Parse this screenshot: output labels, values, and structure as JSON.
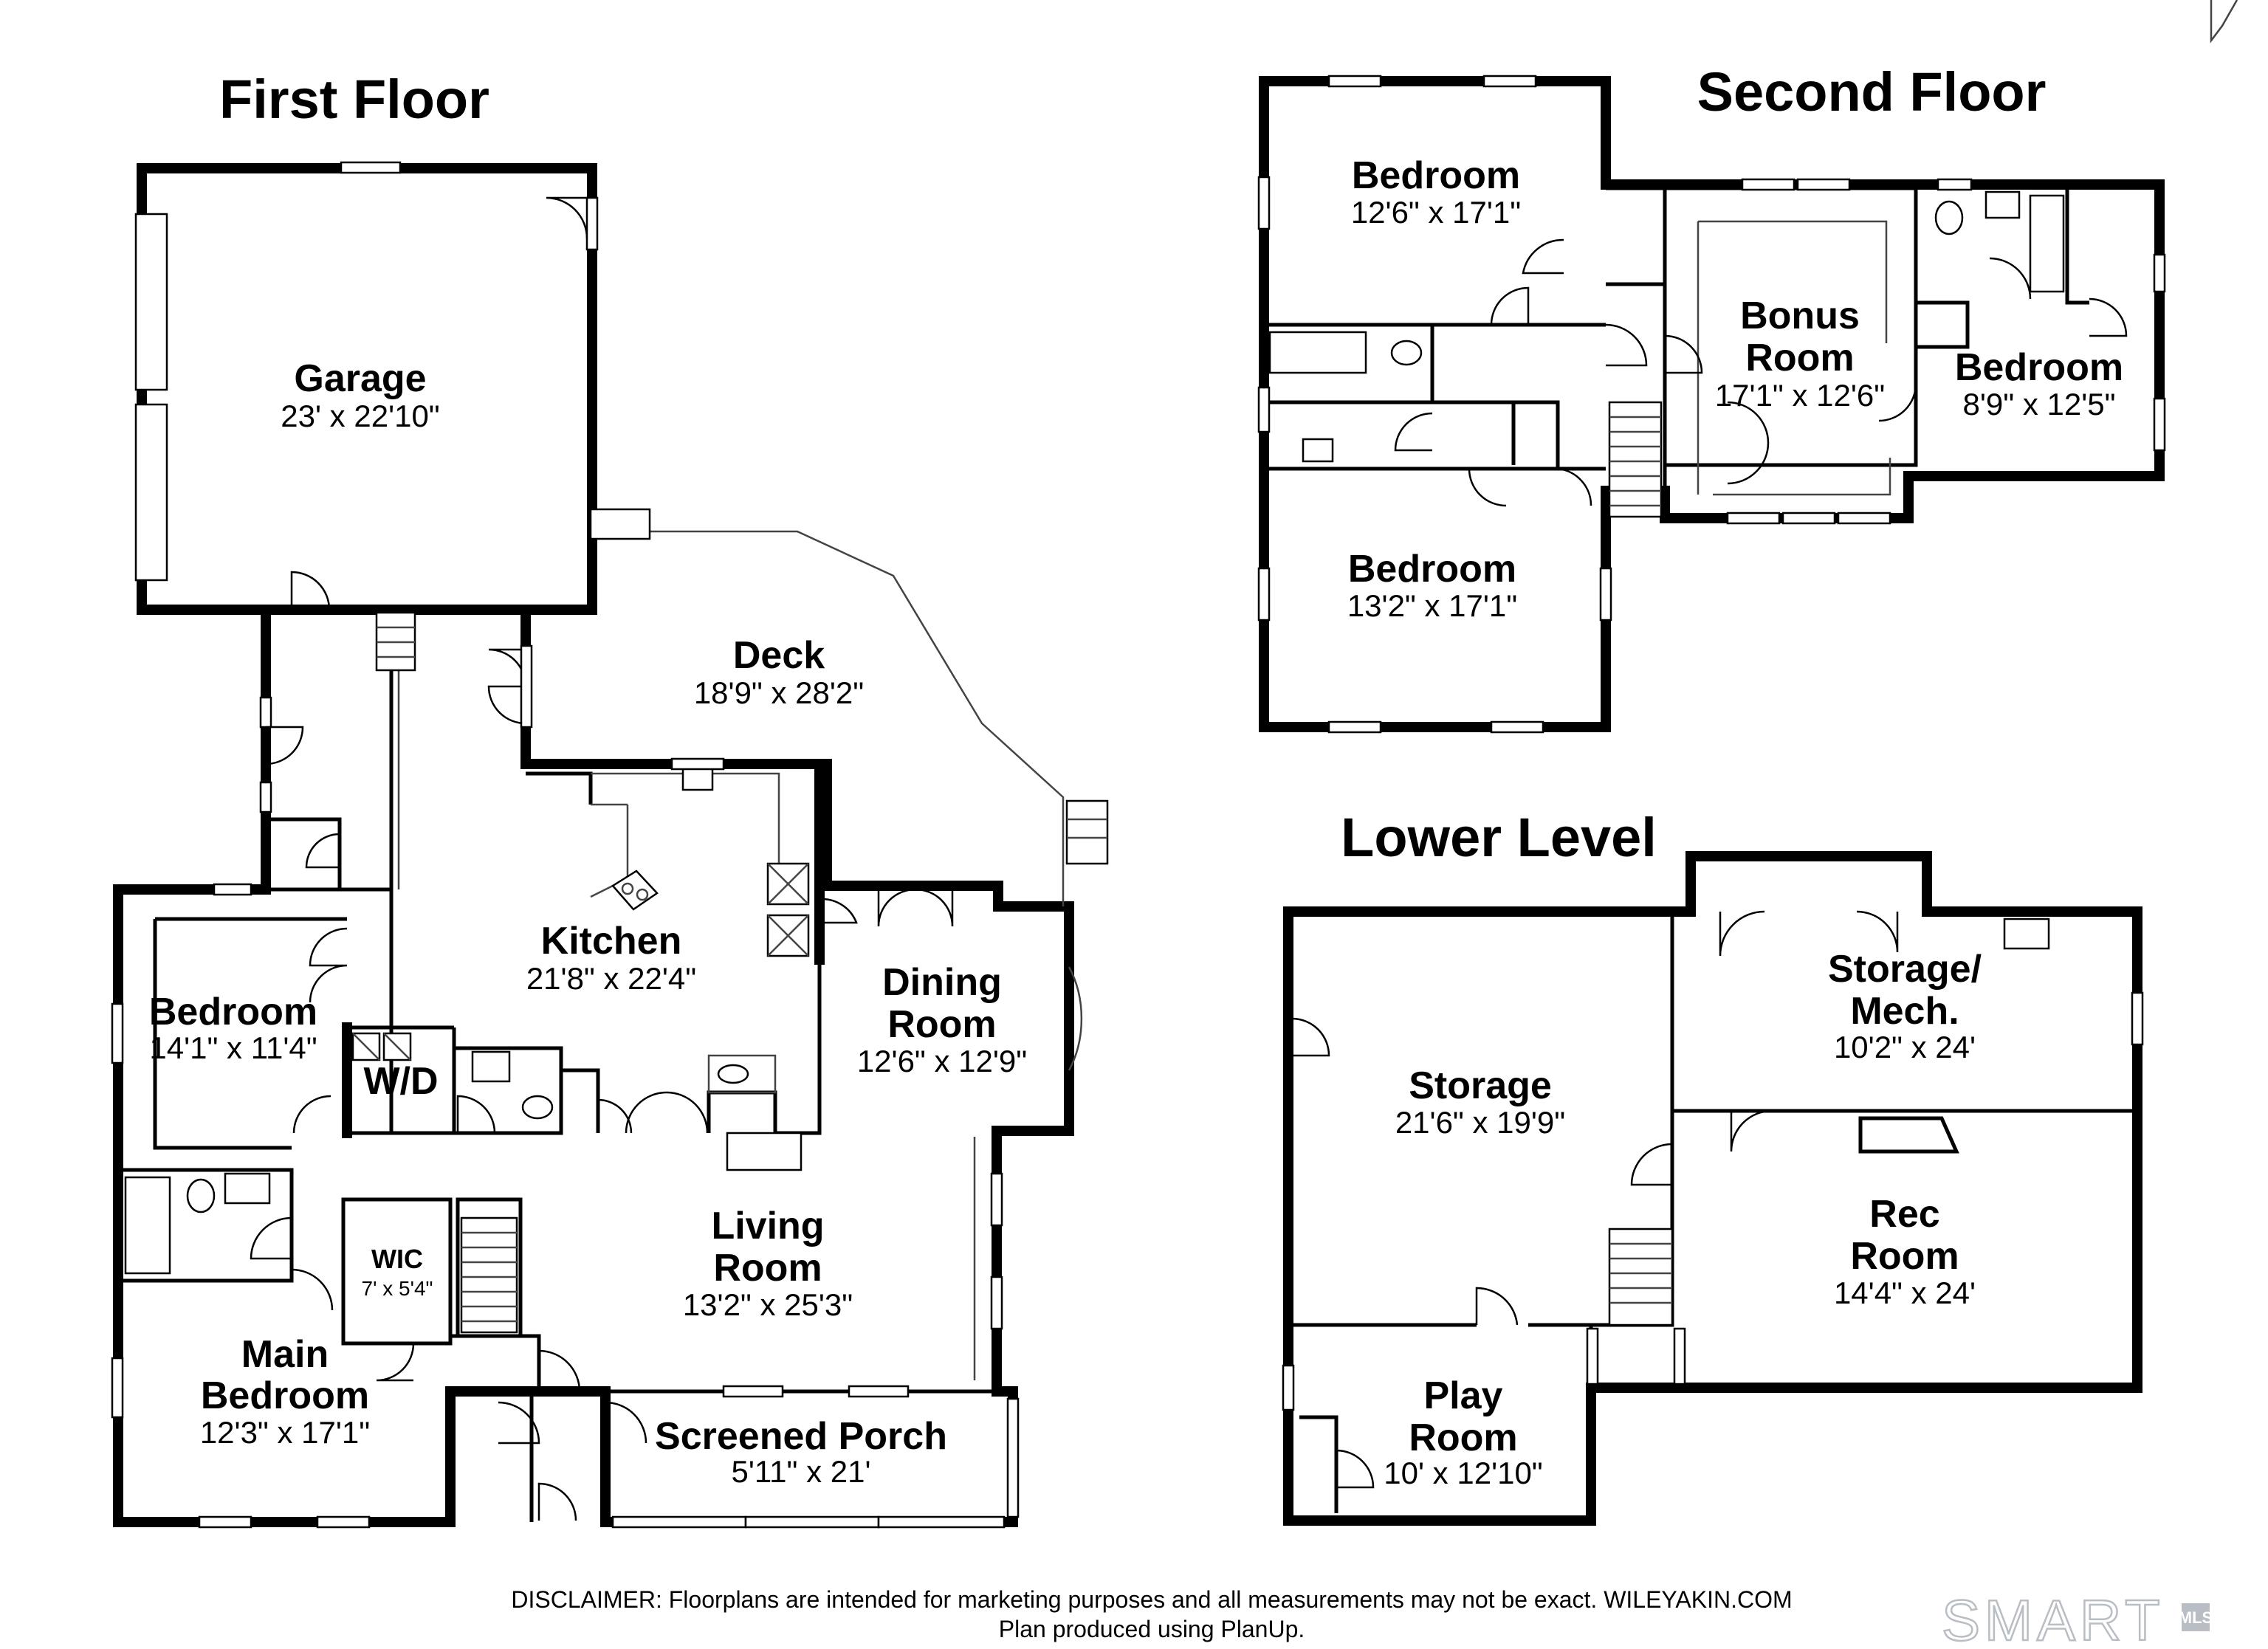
{
  "levels": {
    "first": "First Floor",
    "second": "Second Floor",
    "lower": "Lower Level"
  },
  "rooms": {
    "garage": {
      "name": "Garage",
      "dim": "23' x 22'10\""
    },
    "deck": {
      "name": "Deck",
      "dim": "18'9\" x 28'2\""
    },
    "kitchen": {
      "name": "Kitchen",
      "dim": "21'8\" x 22'4\""
    },
    "dining": {
      "name1": "Dining",
      "name2": "Room",
      "dim": "12'6\" x 12'9\""
    },
    "bedroom1": {
      "name": "Bedroom",
      "dim": "14'1\" x 11'4\""
    },
    "wd": {
      "name": "W/D"
    },
    "wic": {
      "name": "WIC",
      "dim": "7' x 5'4\""
    },
    "living": {
      "name1": "Living",
      "name2": "Room",
      "dim": "13'2\" x 25'3\""
    },
    "main_bedroom": {
      "name1": "Main",
      "name2": "Bedroom",
      "dim": "12'3\" x 17'1\""
    },
    "screened": {
      "name": "Screened Porch",
      "dim": "5'11\" x 21'"
    },
    "bed_upper_a": {
      "name": "Bedroom",
      "dim": "12'6\" x 17'1\""
    },
    "bed_upper_b": {
      "name": "Bedroom",
      "dim": "13'2\" x 17'1\""
    },
    "bonus": {
      "name1": "Bonus",
      "name2": "Room",
      "dim": "17'1\" x 12'6\""
    },
    "bed_upper_c": {
      "name": "Bedroom",
      "dim": "8'9\" x 12'5\""
    },
    "storage": {
      "name": "Storage",
      "dim": "21'6\" x 19'9\""
    },
    "storage_mech": {
      "name1": "Storage/",
      "name2": "Mech.",
      "dim": "10'2\" x 24'"
    },
    "rec": {
      "name1": "Rec",
      "name2": "Room",
      "dim": "14'4\" x 24'"
    },
    "play": {
      "name1": "Play",
      "name2": "Room",
      "dim": "10' x 12'10\""
    }
  },
  "disclaimer": {
    "line1": "DISCLAIMER: Floorplans are intended for marketing purposes and all measurements may not be exact. WILEYAKIN.COM",
    "line2": "Plan produced using PlanUp."
  },
  "logo": {
    "text": "SMART",
    "sub": "MLS"
  }
}
